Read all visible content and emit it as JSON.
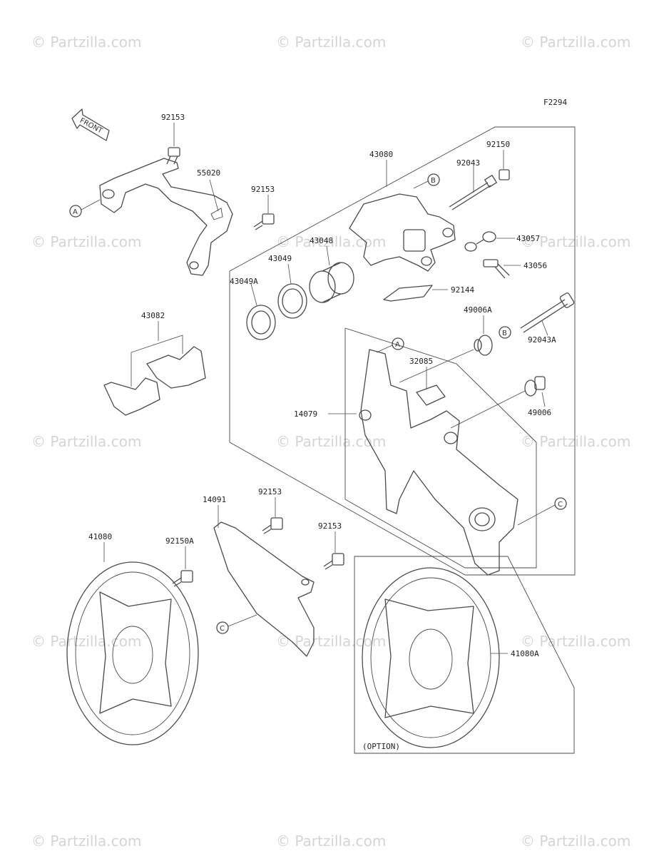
{
  "figure_code": "F2294",
  "front_label": "FRONT",
  "option_label": "(OPTION)",
  "watermark": "© Partzilla.com",
  "callout_letters": [
    "A",
    "B",
    "C"
  ],
  "part_numbers": {
    "p92153_top": "92153",
    "p55020": "55020",
    "p92153_bracket": "92153",
    "p43080": "43080",
    "p92043": "92043",
    "p92150": "92150",
    "p43057": "43057",
    "p43056": "43056",
    "p43048": "43048",
    "p43049": "43049",
    "p43049A": "43049A",
    "p92144": "92144",
    "p43082": "43082",
    "p49006A": "49006A",
    "p92043A": "92043A",
    "p32085": "32085",
    "p14079": "14079",
    "p49006": "49006",
    "p14091": "14091",
    "p92153_guard": "92153",
    "p92153_guard2": "92153",
    "p41080": "41080",
    "p92150A": "92150A",
    "p41080A": "41080A"
  }
}
